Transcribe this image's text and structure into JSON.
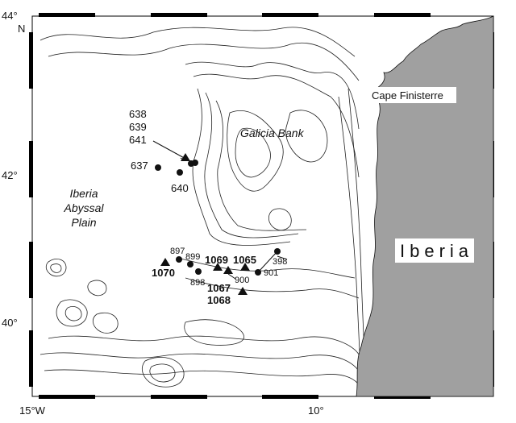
{
  "axes": {
    "lat_top": "44°",
    "north": "N",
    "lat_42": "42°",
    "lat_40": "40°",
    "lon_left": "15°W",
    "lon_10": "10°"
  },
  "regions": {
    "galicia_bank": "Galicia Bank",
    "abyssal_1": "Iberia",
    "abyssal_2": "Abyssal",
    "abyssal_3": "Plain",
    "cape_finisterre": "Cape Finisterre",
    "iberia": "Iberia"
  },
  "sites": {
    "s638": "638",
    "s639": "639",
    "s641": "641",
    "s637": "637",
    "s640": "640",
    "s897": "897",
    "s899": "899",
    "s898": "898",
    "s900": "900",
    "s901": "901",
    "s398": "398",
    "s1065": "1065",
    "s1067": "1067",
    "s1068": "1068",
    "s1069": "1069",
    "s1070": "1070"
  },
  "colors": {
    "land": "#a0a0a0",
    "ink": "#111111",
    "frame": "#000000"
  }
}
